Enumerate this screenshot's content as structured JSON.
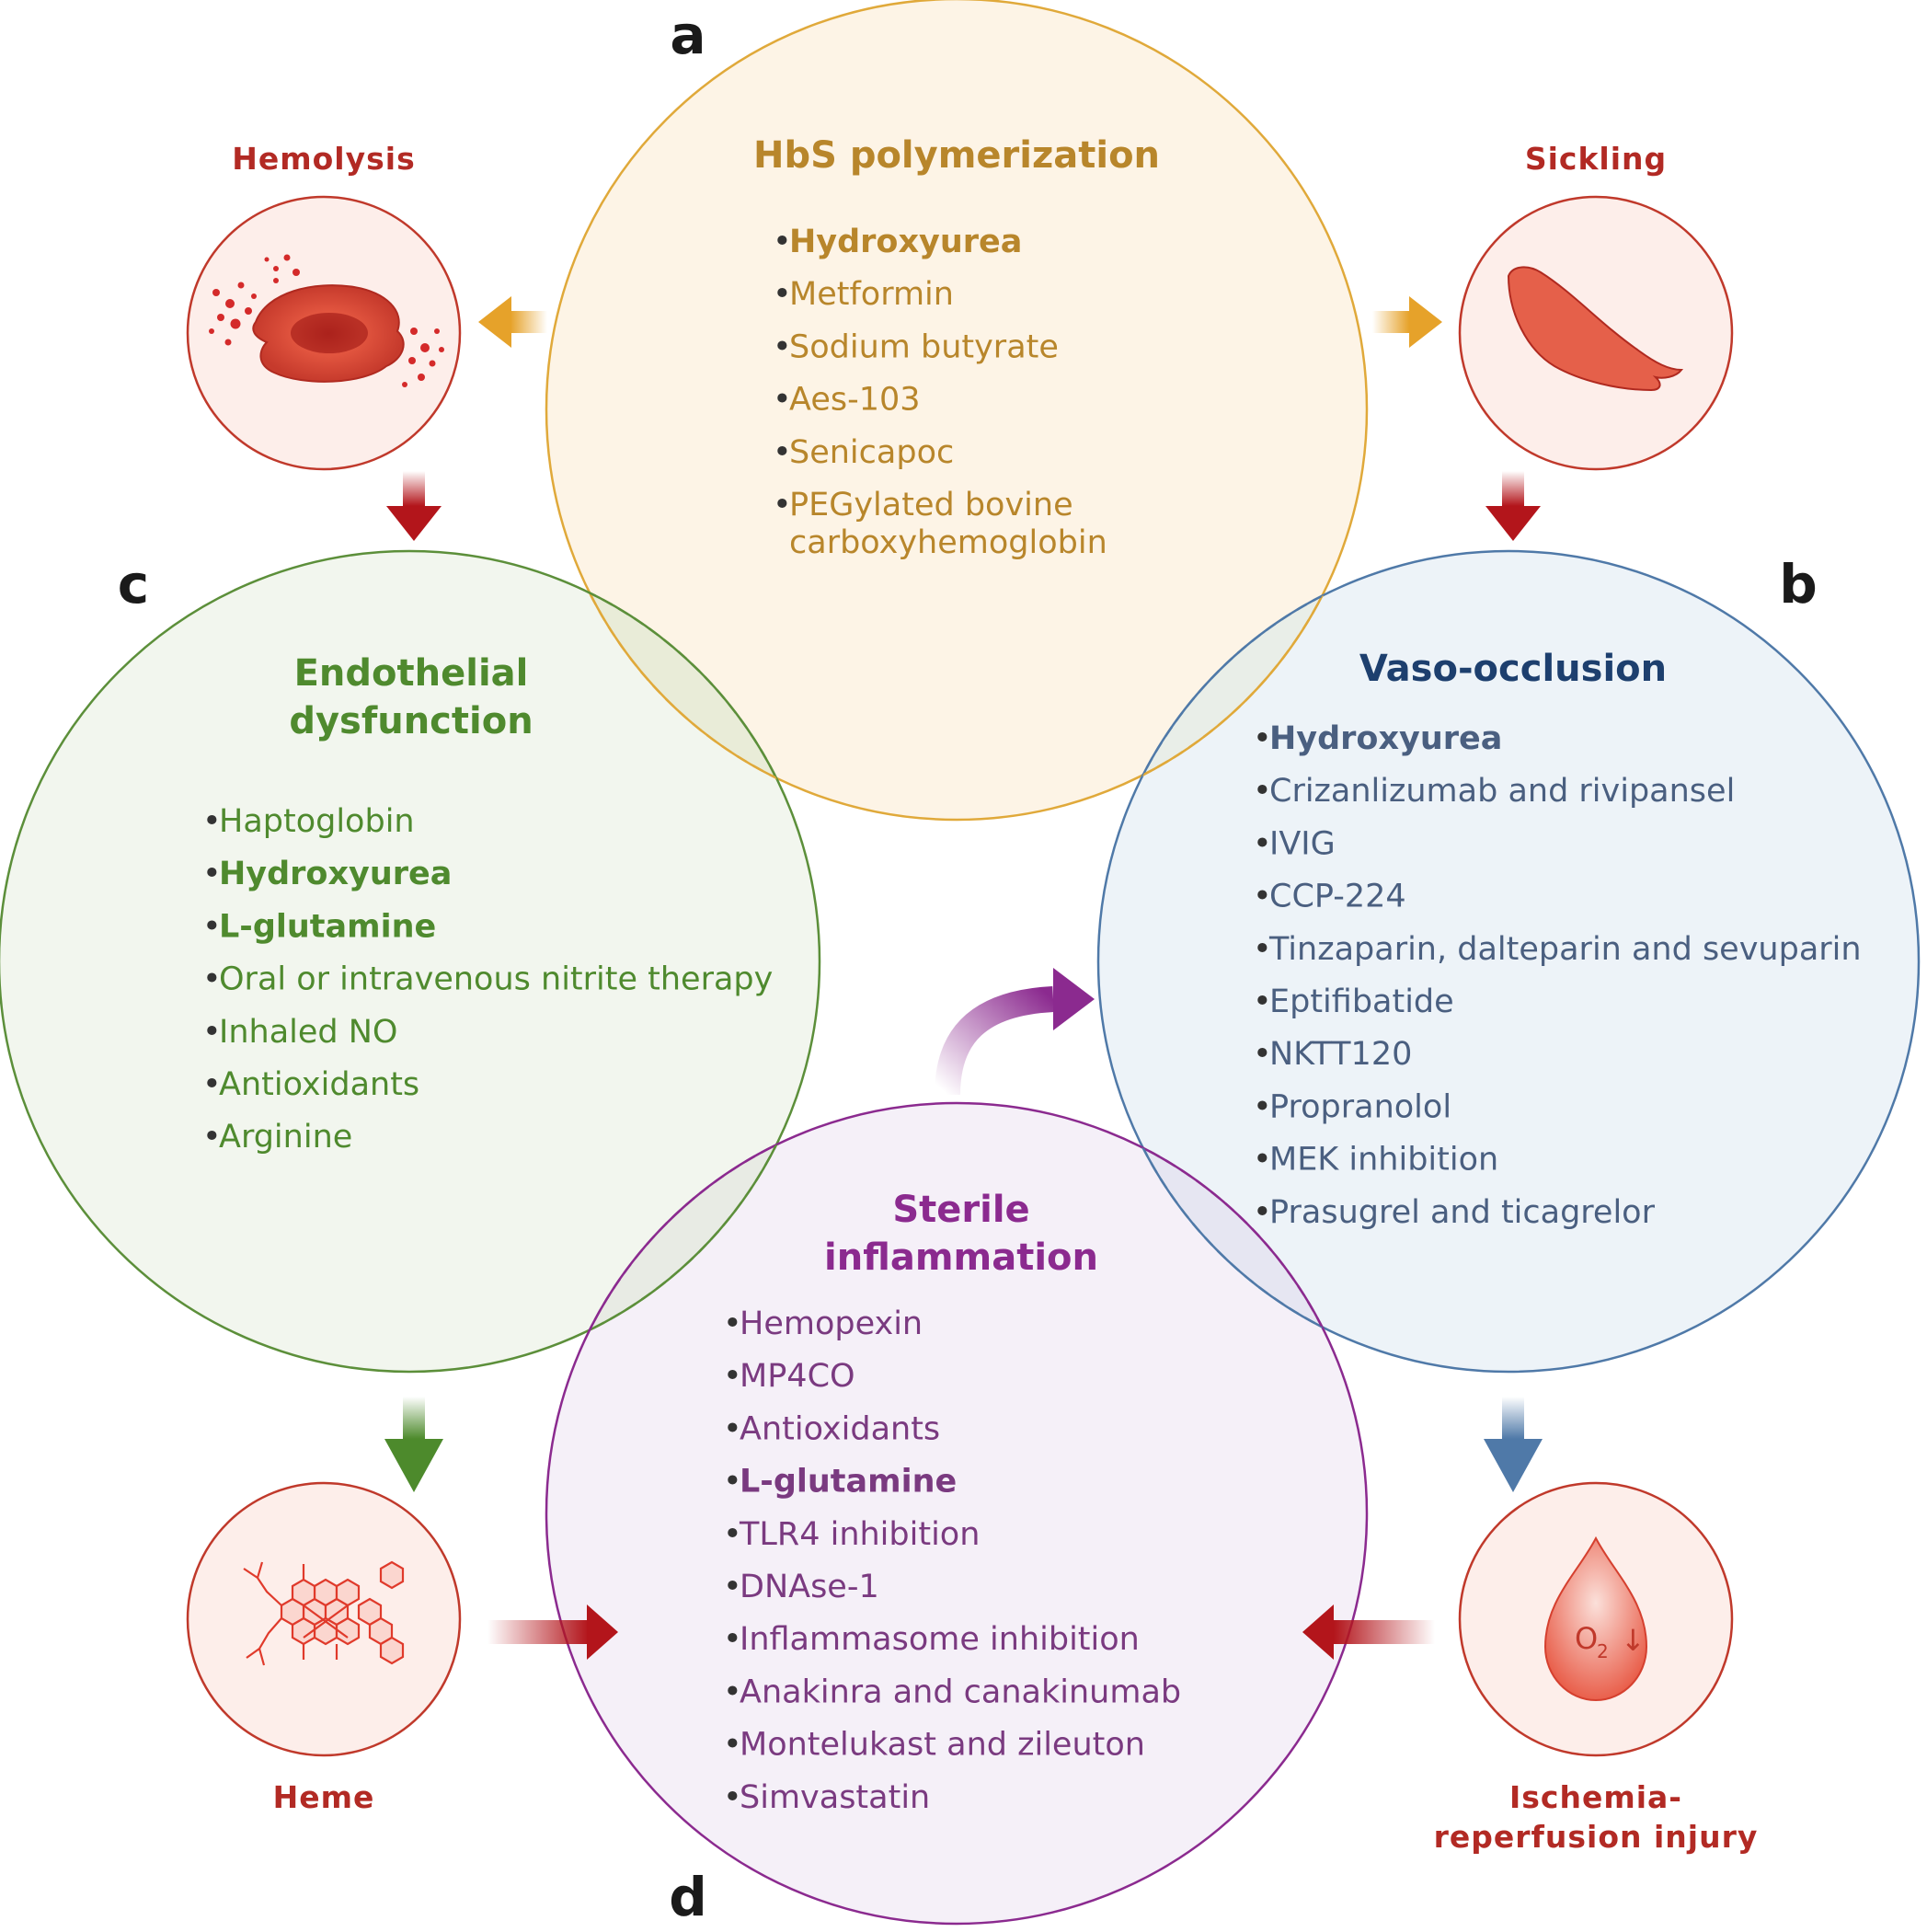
{
  "panels": {
    "a": {
      "letter": "a",
      "title": "HbS polymerization",
      "color": "#b8862b",
      "fill": "#fdf4e6",
      "stroke": "#e0a93a",
      "items": [
        {
          "text": "Hydroxyurea",
          "bold": true
        },
        {
          "text": "Metformin",
          "bold": false
        },
        {
          "text": "Sodium butyrate",
          "bold": false
        },
        {
          "text": "Aes-103",
          "bold": false
        },
        {
          "text": "Senicapoc",
          "bold": false
        },
        {
          "text": "PEGylated bovine",
          "bold": false
        },
        {
          "text": "carboxyhemoglobin",
          "bold": false,
          "continuation": true
        }
      ]
    },
    "b": {
      "letter": "b",
      "title": "Vaso-occlusion",
      "color": "#1d3f6e",
      "item_color": "#4a5f80",
      "fill": "#edf3f8",
      "stroke": "#4f79a8",
      "items": [
        {
          "text": "Hydroxyurea",
          "bold": true
        },
        {
          "text": "Crizanlizumab and rivipansel",
          "bold": false
        },
        {
          "text": "IVIG",
          "bold": false
        },
        {
          "text": "CCP-224",
          "bold": false
        },
        {
          "text": "Tinzaparin, dalteparin and sevuparin",
          "bold": false
        },
        {
          "text": "Eptifibatide",
          "bold": false
        },
        {
          "text": "NKTT120",
          "bold": false
        },
        {
          "text": "Propranolol",
          "bold": false
        },
        {
          "text": "MEK inhibition",
          "bold": false
        },
        {
          "text": "Prasugrel and ticagrelor",
          "bold": false
        }
      ]
    },
    "c": {
      "letter": "c",
      "title_line1": "Endothelial",
      "title_line2": "dysfunction",
      "color": "#4f8a2e",
      "fill": "#f2f6ee",
      "stroke": "#5c8f3a",
      "items": [
        {
          "text": "Haptoglobin",
          "bold": false
        },
        {
          "text": "Hydroxyurea",
          "bold": true
        },
        {
          "text": "L-glutamine",
          "bold": true
        },
        {
          "text": "Oral or intravenous nitrite therapy",
          "bold": false
        },
        {
          "text": "Inhaled NO",
          "bold": false
        },
        {
          "text": "Antioxidants",
          "bold": false
        },
        {
          "text": "Arginine",
          "bold": false
        }
      ]
    },
    "d": {
      "letter": "d",
      "title_line1": "Sterile",
      "title_line2": "inflammation",
      "color": "#8b2a8f",
      "item_color": "#7a3a80",
      "fill": "#f5f0f8",
      "stroke": "#8b2a8f",
      "items": [
        {
          "text": "Hemopexin",
          "bold": false
        },
        {
          "text": "MP4CO",
          "bold": false
        },
        {
          "text": "Antioxidants",
          "bold": false
        },
        {
          "text": "L-glutamine",
          "bold": true
        },
        {
          "text": "TLR4 inhibition",
          "bold": false
        },
        {
          "text": "DNAse-1",
          "bold": false
        },
        {
          "text": "Inflammasome inhibition",
          "bold": false
        },
        {
          "text": "Anakinra and canakinumab",
          "bold": false
        },
        {
          "text": "Montelukast and zileuton",
          "bold": false
        },
        {
          "text": "Simvastatin",
          "bold": false
        }
      ]
    }
  },
  "small_circles": {
    "hemolysis": {
      "label": "Hemolysis"
    },
    "sickling": {
      "label": "Sickling"
    },
    "heme": {
      "label": "Heme"
    },
    "ischemia": {
      "label_line1": "Ischemia-",
      "label_line2": "reperfusion injury",
      "o2_text": "O",
      "o2_sub": "2",
      "arrow_glyph": "↓"
    }
  },
  "colors": {
    "small_circle_stroke": "#c0392b",
    "small_circle_fill": "#fdeeea",
    "red_arrow": "#b3151b",
    "orange_arrow": "#e6a22a",
    "green_arrow": "#4d8a2c",
    "blue_arrow": "#4f79a8",
    "purple_arrow": "#8b2a8f"
  }
}
